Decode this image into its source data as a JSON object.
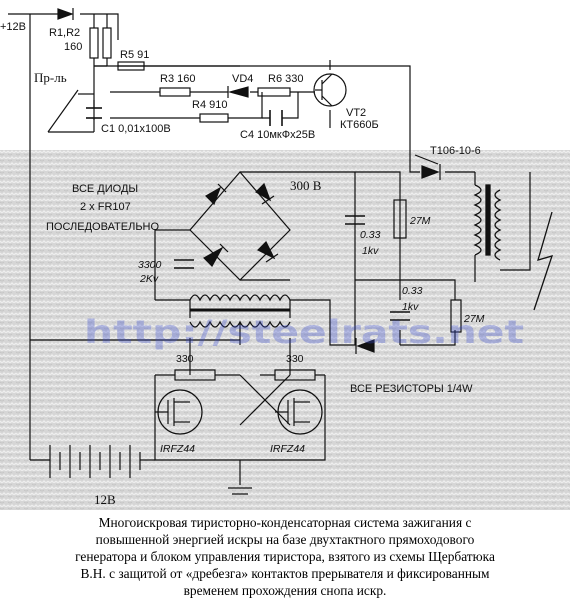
{
  "labels": {
    "supply_plus": "+12В",
    "r1r2_name": "R1,R2",
    "r1r2_value": "160",
    "breaker": "Пр-ль",
    "r5": "R5  91",
    "r3": "R3  160",
    "vd4": "VD4",
    "r6": "R6  330",
    "r4": "R4  910",
    "c1": "C1  0,01х100В",
    "c4": "C4  10мкФх25В",
    "vt2_name": "VT2",
    "vt2_type": "КТ660Б",
    "thyristor": "Т106-10-6",
    "diodes_line1": "ВСЕ ДИОДЫ",
    "diodes_line2": "2 x FR107",
    "diodes_line3": "ПОСЛЕДОВАТЕЛЬНО",
    "voltage": "300 В",
    "cap_hv_1": "3300",
    "cap_hv_2": "2Kv",
    "cap_033_a": "0.33",
    "cap_1kv_a": "1kv",
    "cap_033_b": "0.33",
    "cap_1kv_b": "1kv",
    "res_27m_a": "27M",
    "res_27m_b": "27M",
    "all_resistors": "ВСЕ РЕЗИСТОРЫ 1/4W",
    "gate_r_left": "330",
    "gate_r_right": "330",
    "mosfet_left": "IRFZ44",
    "mosfet_right": "IRFZ44",
    "battery": "12В",
    "watermark": "http://steelrats.net"
  },
  "caption": {
    "line1": "Многоискровая тиристорно-конденсаторная система зажигания с",
    "line2": "повышенной энергией искры на базе двухтактного прямоходового",
    "line3": "генератора и блоком управления тиристора, взятого из схемы Щербатюка",
    "line4": "В.Н. с защитой от «дребезга» контактов прерывателя и фиксированным",
    "line5": "временем прохождения снопа искр."
  },
  "colors": {
    "wire": "#111111",
    "watermark": "#3a4fd0",
    "knit_background": "#d8d8d8"
  }
}
